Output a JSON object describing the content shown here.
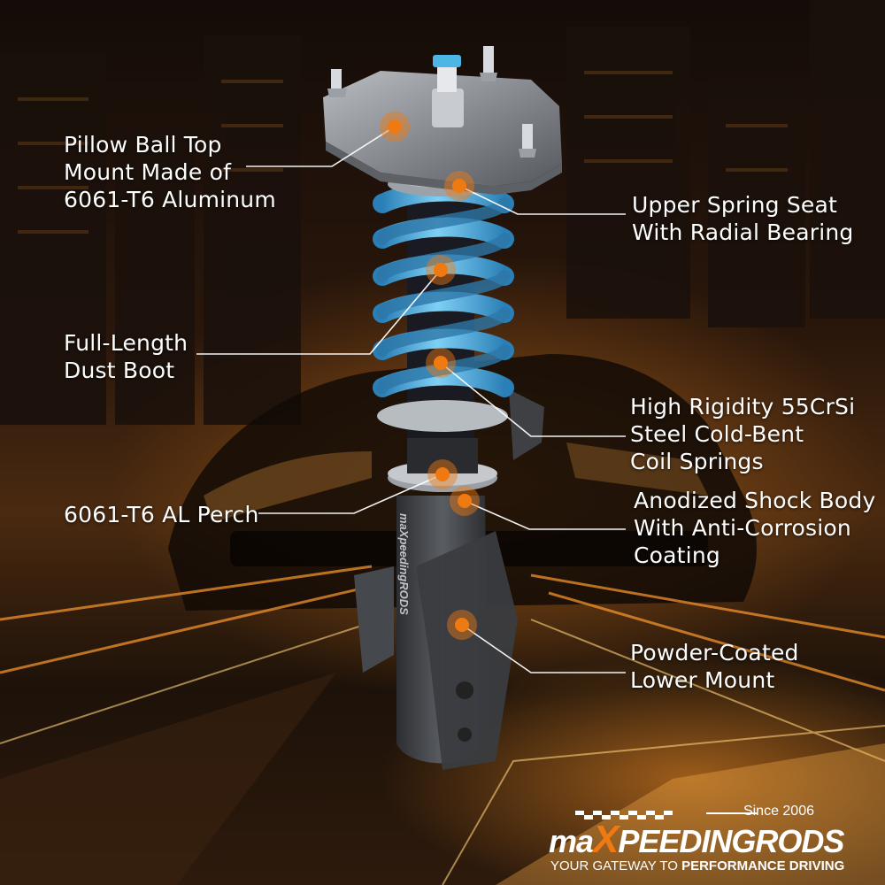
{
  "labels": {
    "top_mount": "Pillow Ball Top\nMount Made of\n6061-T6 Aluminum",
    "upper_seat": "Upper Spring Seat\nWith Radial Bearing",
    "dust_boot": "Full-Length\nDust Boot",
    "coil_springs": "High Rigidity 55CrSi\nSteel Cold-Bent\nCoil Springs",
    "perch": "6061-T6 AL Perch",
    "shock_body": "Anodized Shock Body\nWith Anti-Corrosion\nCoating",
    "lower_mount": "Powder-Coated\nLower Mount"
  },
  "brand": {
    "since": "Since 2006",
    "logo_prefix": "ma",
    "logo_x": "X",
    "logo_suffix": "PEEDINGRODS",
    "tagline_lead": "YOUR GATEWAY TO ",
    "tagline_bold": "PERFORMANCE DRIVING",
    "body_print": "maXpeedingRODS"
  },
  "colors": {
    "accent_orange": "#f07a12",
    "spring_blue": "#5fb6e6",
    "strut_gray": "#4a4d52"
  }
}
